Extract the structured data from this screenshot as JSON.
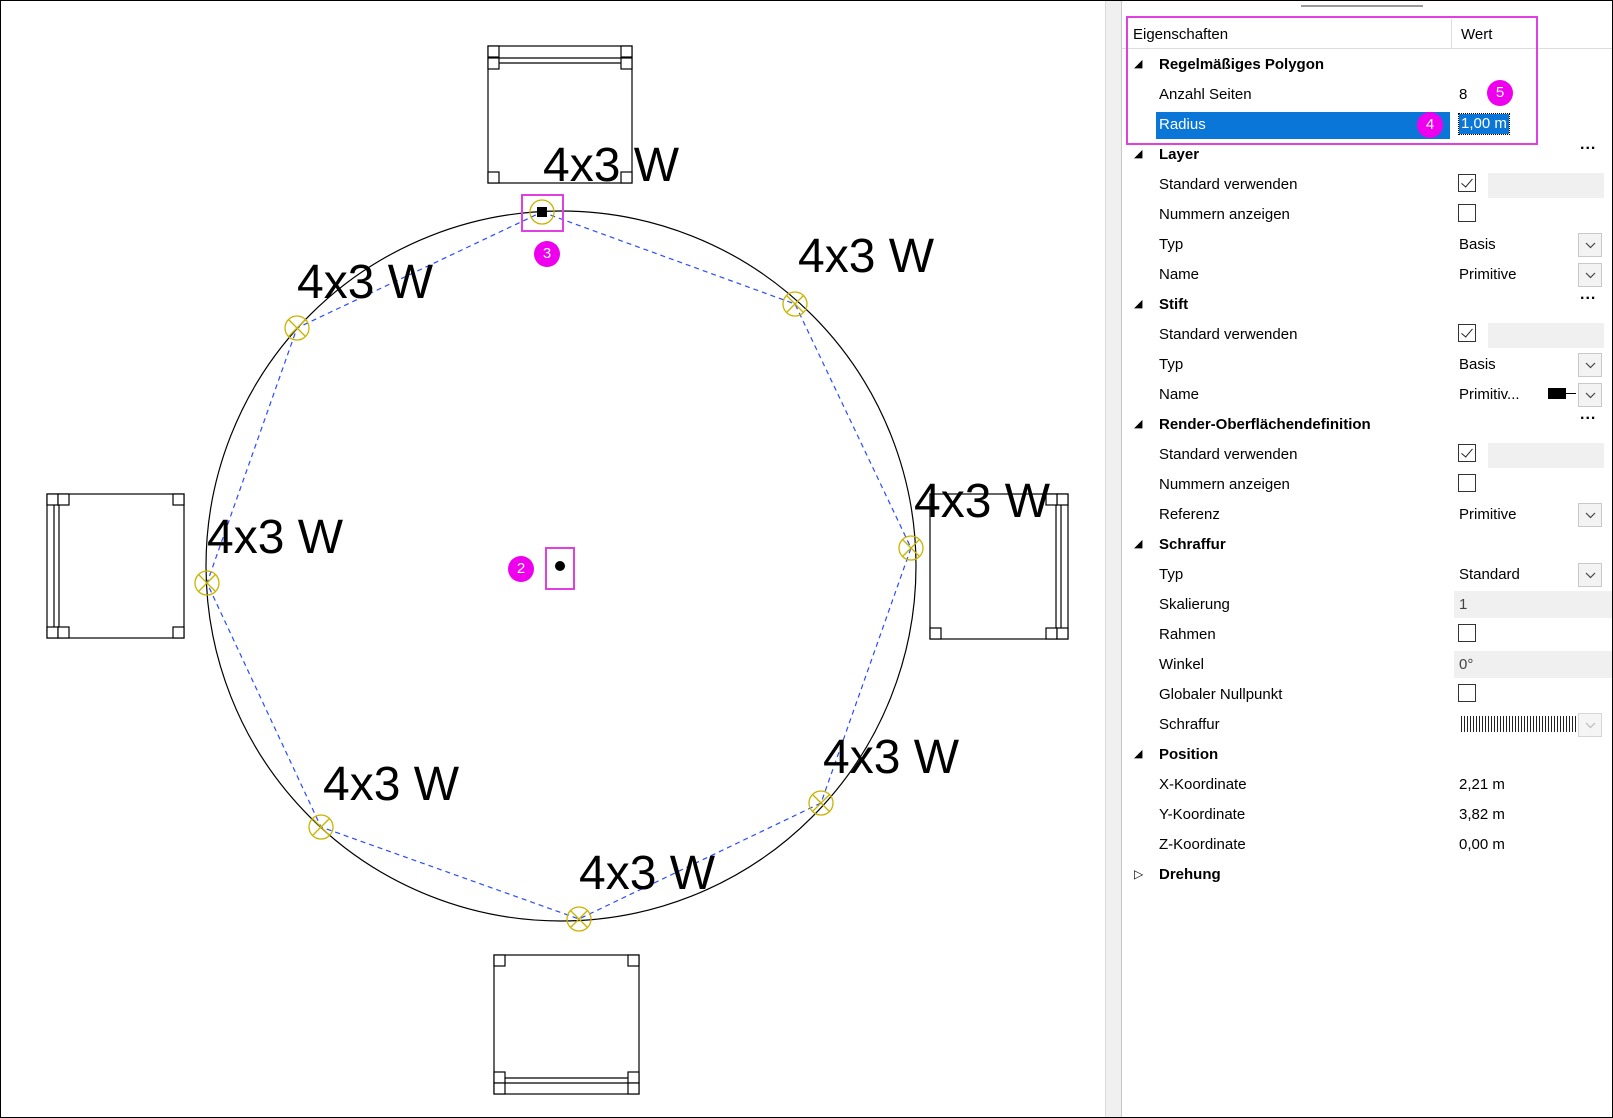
{
  "canvas": {
    "labels": [
      "4x3 W",
      "4x3 W",
      "4x3 W",
      "4x3 W",
      "4x3 W",
      "4x3 W",
      "4x3 W",
      "4x3 W"
    ],
    "markers": {
      "center": "2",
      "vertex": "3",
      "radius": "4",
      "sides": "5"
    },
    "colors": {
      "polygon": "#2b4bff",
      "vertex": "#c8b400",
      "highlight": "#e040e0",
      "marker": "#ee00ee"
    }
  },
  "panel": {
    "header": {
      "col_property": "Eigenschaften",
      "col_value": "Wert"
    },
    "sections": {
      "polygon": {
        "title": "Regelmäßiges Polygon",
        "sides_label": "Anzahl Seiten",
        "sides_value": "8",
        "radius_label": "Radius",
        "radius_value": "1,00 m"
      },
      "layer": {
        "title": "Layer",
        "more": "...",
        "use_default": "Standard verwenden",
        "show_numbers": "Nummern anzeigen",
        "type_label": "Typ",
        "type_value": "Basis",
        "name_label": "Name",
        "name_value": "Primitive"
      },
      "pen": {
        "title": "Stift",
        "more": "...",
        "use_default": "Standard verwenden",
        "type_label": "Typ",
        "type_value": "Basis",
        "name_label": "Name",
        "name_value": "Primitiv..."
      },
      "render": {
        "title": "Render-Oberflächendefinition",
        "more": "...",
        "use_default": "Standard verwenden",
        "show_numbers": "Nummern anzeigen",
        "ref_label": "Referenz",
        "ref_value": "Primitive"
      },
      "hatch": {
        "title": "Schraffur",
        "type_label": "Typ",
        "type_value": "Standard",
        "scale_label": "Skalierung",
        "scale_value": "1",
        "frame_label": "Rahmen",
        "angle_label": "Winkel",
        "angle_value": "0°",
        "origin_label": "Globaler Nullpunkt",
        "hatch_label": "Schraffur"
      },
      "position": {
        "title": "Position",
        "x_label": "X-Koordinate",
        "x_value": "2,21 m",
        "y_label": "Y-Koordinate",
        "y_value": "3,82 m",
        "z_label": "Z-Koordinate",
        "z_value": "0,00 m"
      },
      "rotation": {
        "title": "Drehung"
      }
    }
  }
}
